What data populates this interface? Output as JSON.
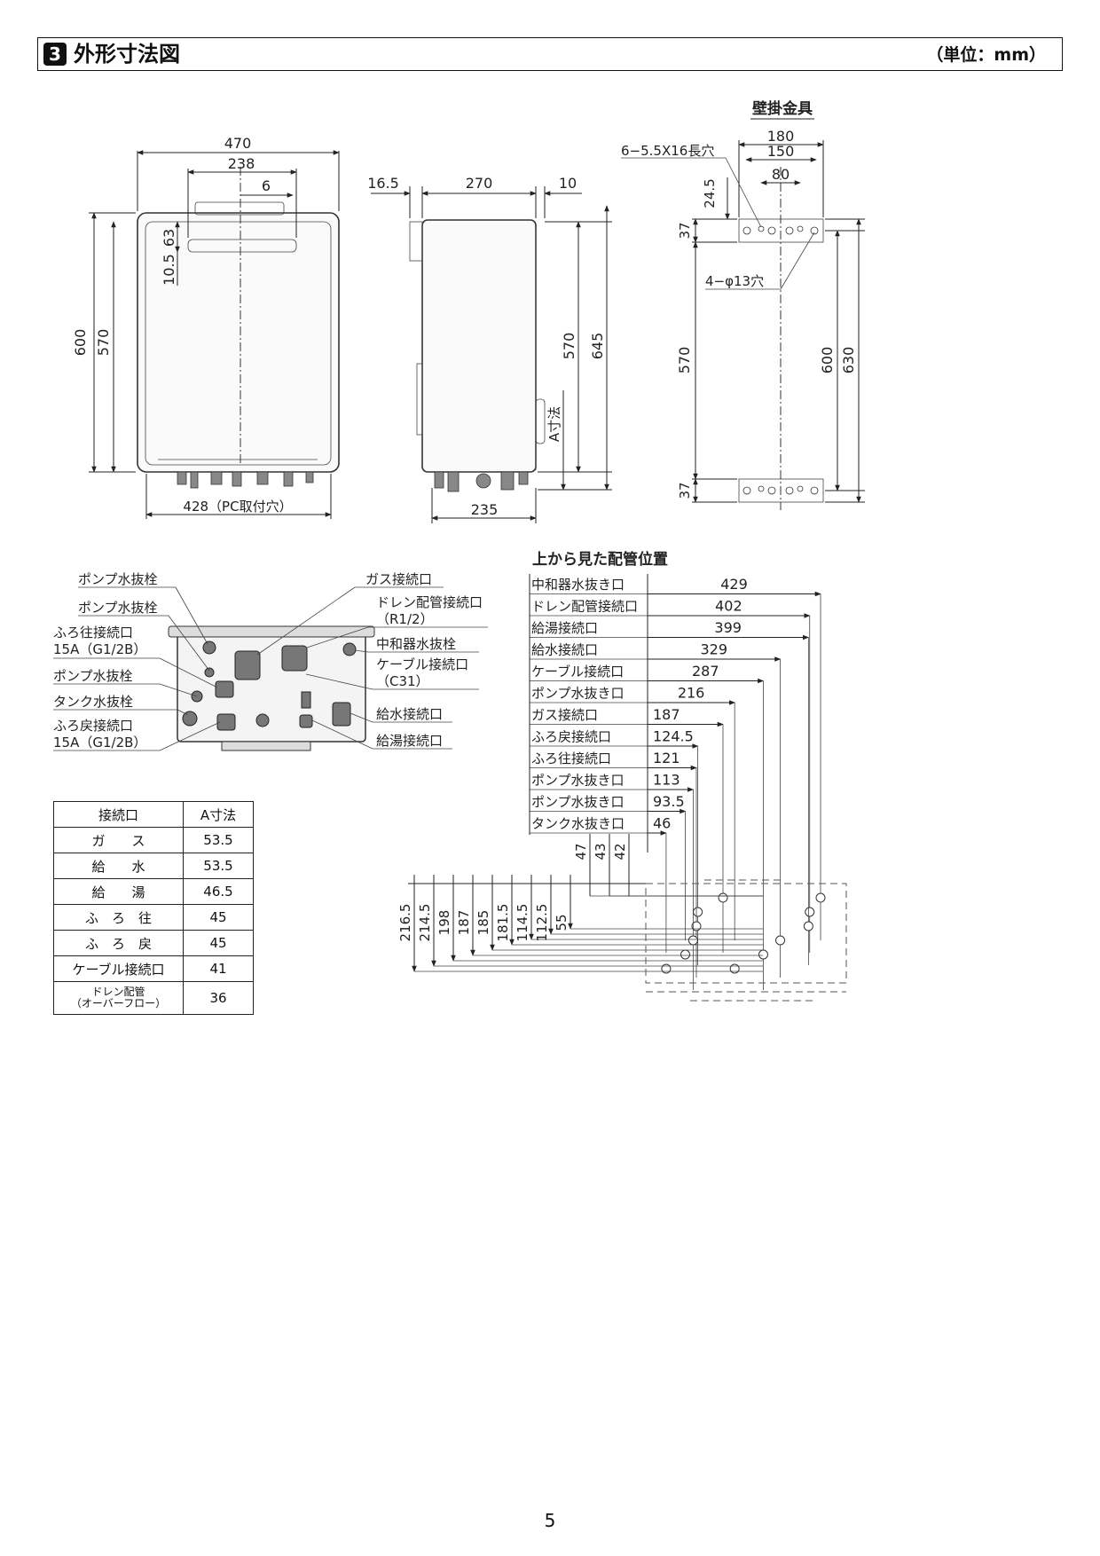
{
  "header": {
    "section_number": "3",
    "title": "外形寸法図",
    "unit": "（単位：mm）"
  },
  "front_view": {
    "width_total": "470",
    "vent_width": "238",
    "vent_offset": "6",
    "height_total": "600",
    "height_body": "570",
    "vent_top": "63",
    "vent_gap": "10.5",
    "pc_holes": "428（PC取付穴）"
  },
  "side_view": {
    "front_offset": "16.5",
    "depth": "270",
    "back_offset": "10",
    "height_inner": "570",
    "height_outer": "645",
    "a_label": "A寸法",
    "bottom_depth": "235"
  },
  "wall_bracket": {
    "title": "壁掛金具",
    "width_total": "180",
    "width_mid": "150",
    "width_inner": "80",
    "slot_label": "6−5.5X16長穴",
    "top_offset": "24.5",
    "bracket_h_top": "37",
    "bracket_h_bottom": "37",
    "hole_label": "4−φ13穴",
    "height_570": "570",
    "height_600": "600",
    "height_630": "630"
  },
  "bottom_view": {
    "labels_left": [
      "ポンプ水抜栓",
      "ポンプ水抜栓",
      "ふろ往接続口",
      "15A（G1/2B）",
      "ポンプ水抜栓",
      "タンク水抜栓",
      "ふろ戻接続口",
      "15A（G1/2B）"
    ],
    "labels_right": [
      "ガス接続口",
      "ドレン配管接続口",
      "（R1/2）",
      "中和器水抜栓",
      "ケーブル接続口",
      "（C31）",
      "給水接続口",
      "給湯接続口"
    ]
  },
  "piping": {
    "title": "上から見た配管位置",
    "rows": [
      {
        "name": "中和器水抜き口",
        "value": "429"
      },
      {
        "name": "ドレン配管接続口",
        "value": "402"
      },
      {
        "name": "給湯接続口",
        "value": "399"
      },
      {
        "name": "給水接続口",
        "value": "329"
      },
      {
        "name": "ケーブル接続口",
        "value": "287"
      },
      {
        "name": "ポンプ水抜き口",
        "value": "216"
      },
      {
        "name": "ガス接続口",
        "value": "187"
      },
      {
        "name": "ふろ戻接続口",
        "value": "124.5"
      },
      {
        "name": "ふろ往接続口",
        "value": "121"
      },
      {
        "name": "ポンプ水抜き口",
        "value": "113"
      },
      {
        "name": "ポンプ水抜き口",
        "value": "93.5"
      },
      {
        "name": "タンク水抜き口",
        "value": "46"
      }
    ],
    "depth_values": [
      "216.5",
      "214.5",
      "198",
      "187",
      "185",
      "181.5",
      "114.5",
      "112.5",
      "55",
      "47",
      "43",
      "42"
    ]
  },
  "a_table": {
    "headers": [
      "接続口",
      "A寸法"
    ],
    "rows": [
      [
        "ガ　　ス",
        "53.5"
      ],
      [
        "給　　水",
        "53.5"
      ],
      [
        "給　　湯",
        "46.5"
      ],
      [
        "ふ　ろ　往",
        "45"
      ],
      [
        "ふ　ろ　戻",
        "45"
      ],
      [
        "ケーブル接続口",
        "41"
      ],
      [
        "ドレン配管\n（オーバーフロー）",
        "36"
      ]
    ]
  },
  "page_number": "5"
}
